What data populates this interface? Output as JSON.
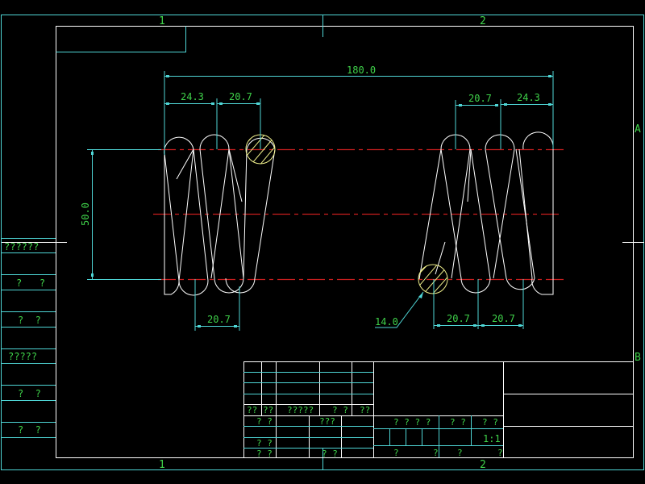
{
  "drawing": {
    "type": "CAD drawing - extension spring",
    "colors": {
      "background": "#000000",
      "outline": "#ffffff",
      "dimension": "#4fd6d6",
      "centerline": "#c81e1e",
      "text": "#3fd24a",
      "hatch": "#f0f08c"
    },
    "zone_labels": {
      "top_left": "1",
      "top_right": "2",
      "bottom_left": "1",
      "bottom_right": "2",
      "right_a": "A",
      "right_b": "B"
    },
    "dimensions": {
      "overall_length": "180.0",
      "left_end_offset": "24.3",
      "left_pitch_top": "20.7",
      "right_pitch_top": "20.7",
      "right_end_offset": "24.3",
      "diameter": "50.0",
      "left_pitch_bottom": "20.7",
      "wire_diameter": "14.0",
      "right_pitch_bottom_1": "20.7",
      "right_pitch_bottom_2": "20.7"
    },
    "left_column": {
      "labels": [
        "??????",
        "?   ?",
        "?  ?",
        "?????",
        "?  ?",
        "?  ?"
      ]
    },
    "title_block": {
      "row_labels": [
        "??",
        "??",
        "?????",
        "? ?",
        "??"
      ],
      "lower_labels": [
        "? ?",
        "???",
        "? ?",
        "? ?",
        "? ?"
      ],
      "mid_labels": [
        "? ? ? ?",
        "? ?",
        "? ?"
      ],
      "scale": "1:1",
      "bottom_labels": [
        "?",
        "?",
        "?",
        "?"
      ]
    }
  }
}
